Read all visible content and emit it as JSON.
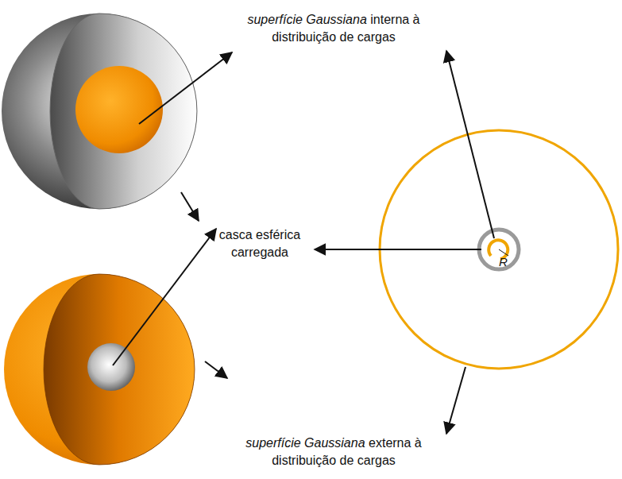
{
  "diagram": {
    "labels": [
      "superfície Gaussiana",
      "interna à distribuição de cargas",
      "casca esférica carregada",
      "superfície Gaussiana",
      "externa à distribuição de cargas",
      "R"
    ]
  }
}
